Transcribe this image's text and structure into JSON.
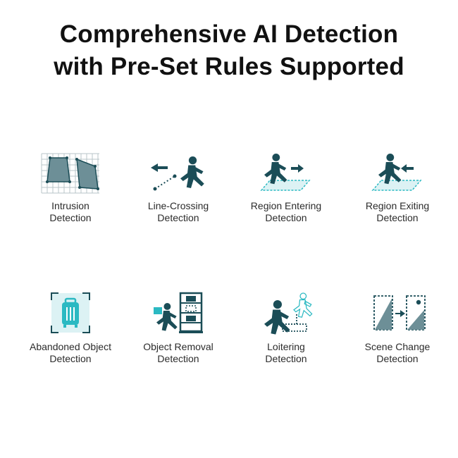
{
  "headline": {
    "line1": "Comprehensive AI Detection",
    "line2": "with Pre-Set Rules Supported"
  },
  "colors": {
    "primary": "#1b4d57",
    "fill": "#6d8f97",
    "accent": "#2bb9c2",
    "light": "#dcf2f4",
    "grid": "#b8c6c9"
  },
  "features": [
    {
      "icon": "intrusion-icon",
      "line1": "Intrusion",
      "line2": "Detection"
    },
    {
      "icon": "line-crossing-icon",
      "line1": "Line-Crossing",
      "line2": "Detection"
    },
    {
      "icon": "region-entering-icon",
      "line1": "Region Entering",
      "line2": "Detection"
    },
    {
      "icon": "region-exiting-icon",
      "line1": "Region Exiting",
      "line2": "Detection"
    },
    {
      "icon": "abandoned-object-icon",
      "line1": "Abandoned Object",
      "line2": "Detection"
    },
    {
      "icon": "object-removal-icon",
      "line1": "Object Removal",
      "line2": "Detection"
    },
    {
      "icon": "loitering-icon",
      "line1": "Loitering",
      "line2": "Detection"
    },
    {
      "icon": "scene-change-icon",
      "line1": "Scene Change",
      "line2": "Detection"
    }
  ]
}
